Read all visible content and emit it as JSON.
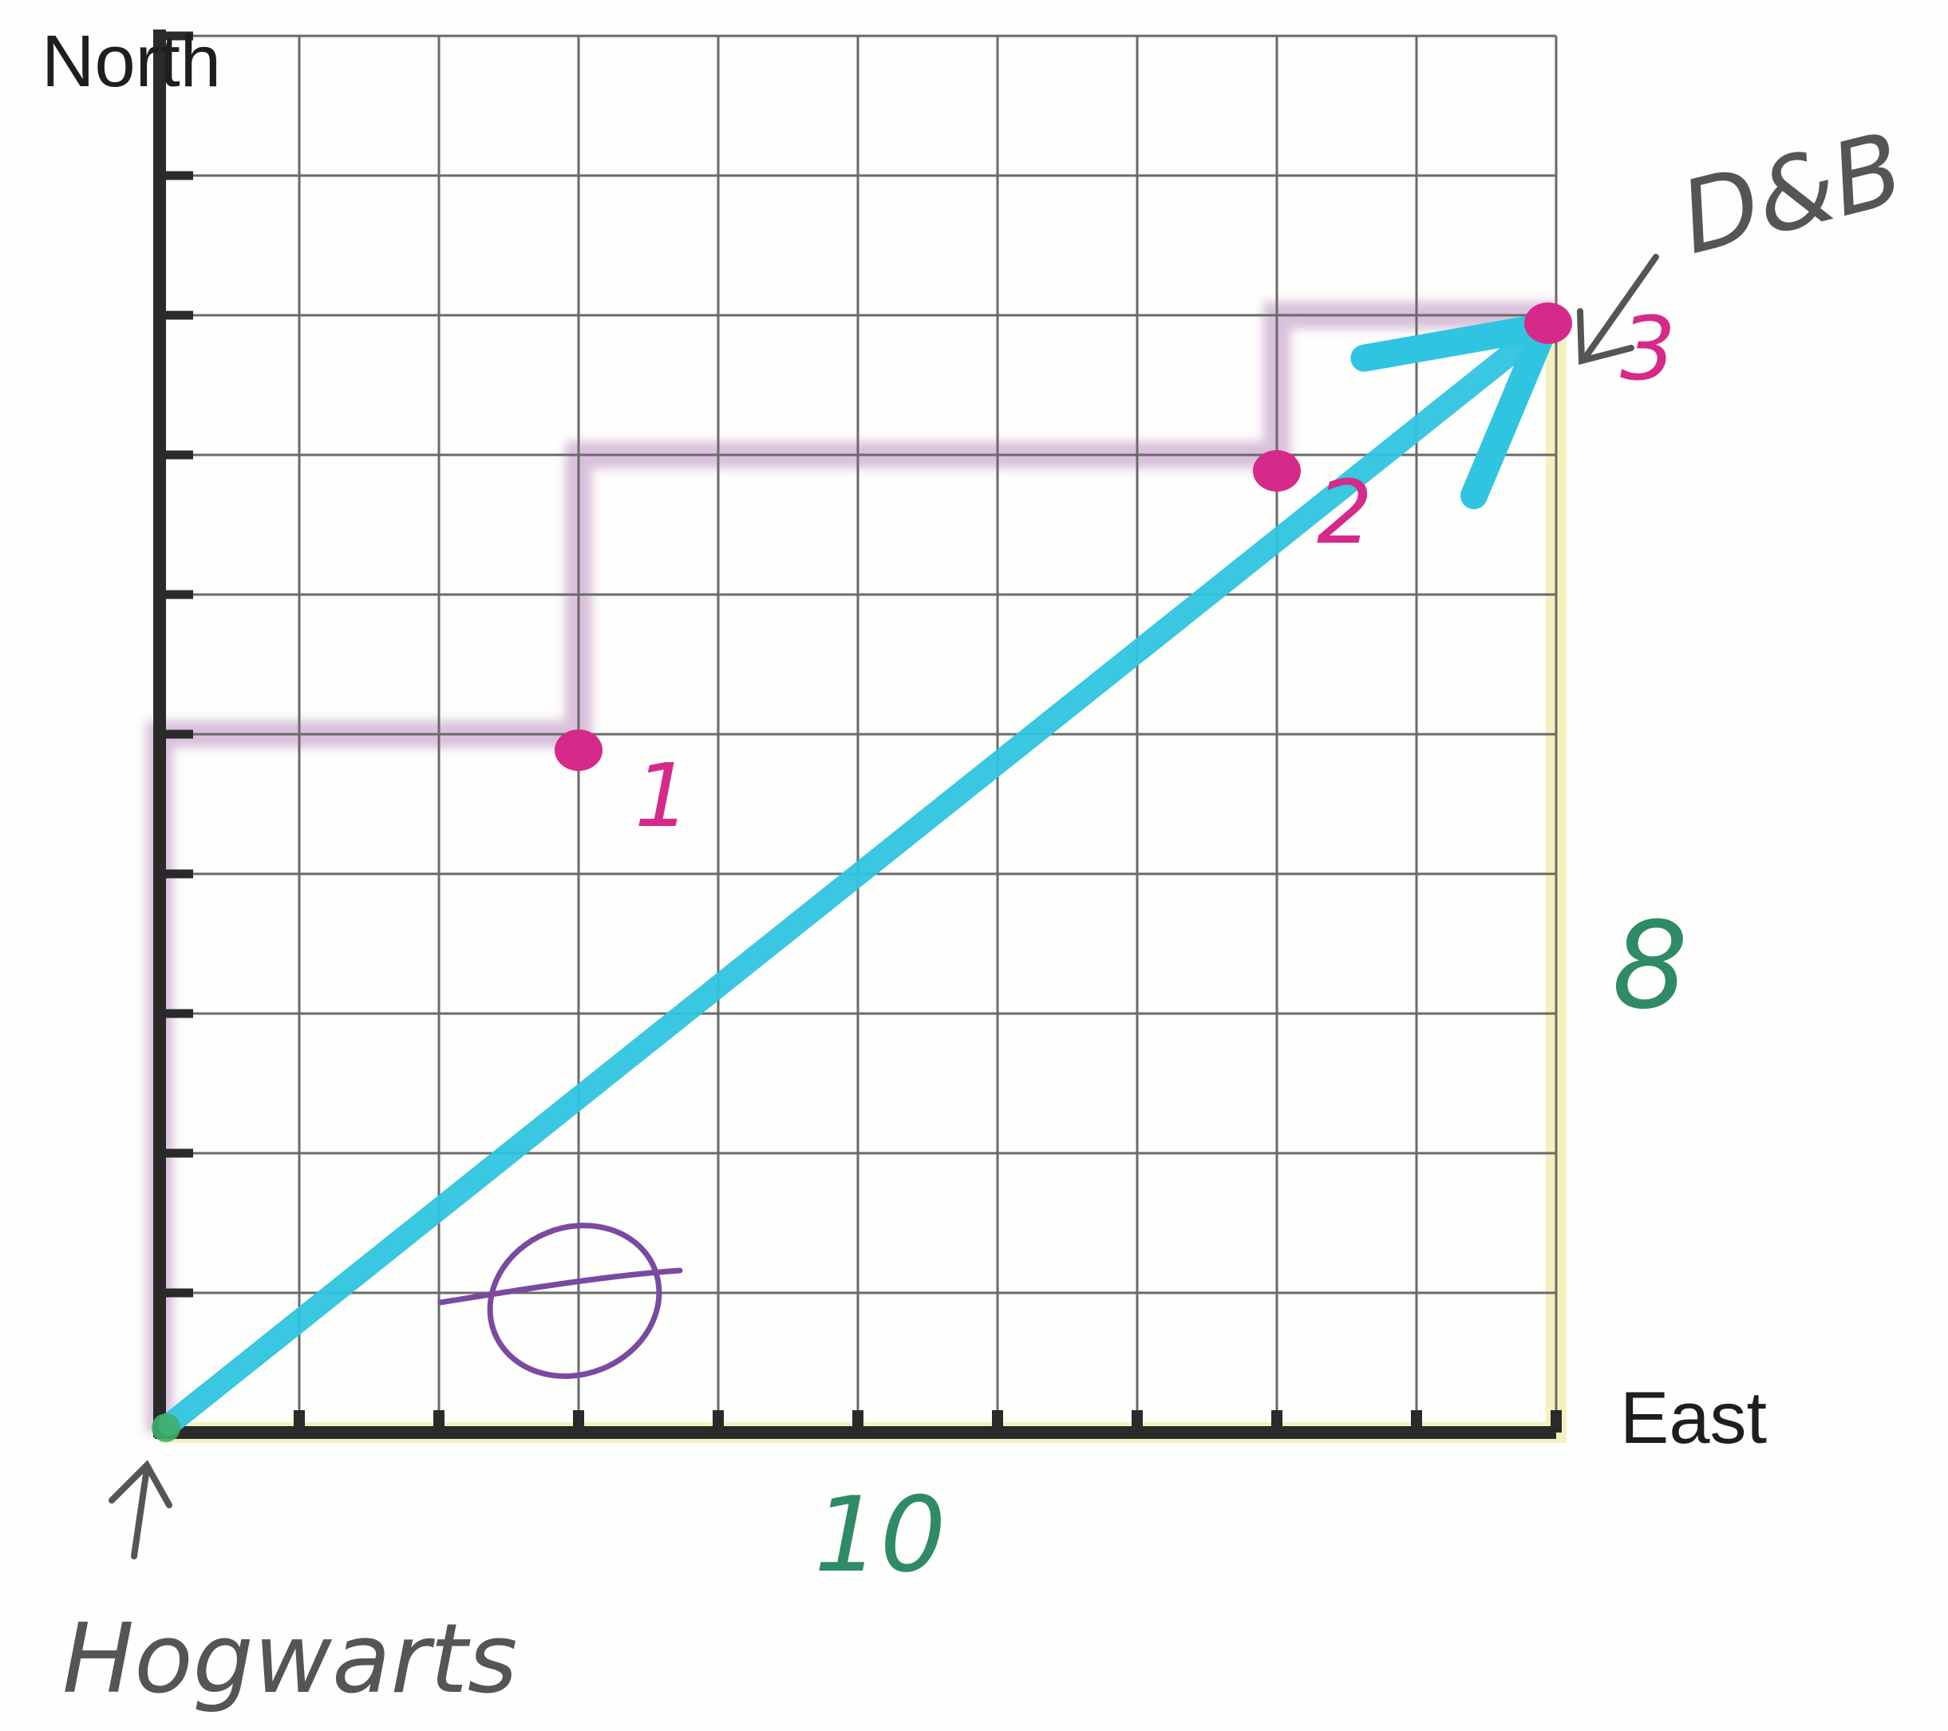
{
  "labels": {
    "north": "North",
    "east": "East",
    "origin": "Hogwarts",
    "destination": "D&B"
  },
  "dimensions": {
    "east_length": "10",
    "north_length": "8"
  },
  "waypoints": [
    {
      "label": "1",
      "east": 3,
      "north": 5
    },
    {
      "label": "2",
      "east": 8,
      "north": 7
    },
    {
      "label": "3",
      "east": 10,
      "north": 8
    }
  ],
  "grid": {
    "east_units": 10,
    "north_units": 10
  },
  "paths": {
    "stepwise_route": [
      [
        0,
        0
      ],
      [
        0,
        5
      ],
      [
        3,
        5
      ],
      [
        3,
        7
      ],
      [
        8,
        7
      ],
      [
        8,
        8
      ],
      [
        10,
        8
      ]
    ],
    "rectangle_route": [
      [
        0,
        0
      ],
      [
        10,
        0
      ],
      [
        10,
        8
      ]
    ],
    "direct_vector": {
      "from": [
        0,
        0
      ],
      "to": [
        10,
        8
      ]
    }
  },
  "colors": {
    "grid": "#6a6a6a",
    "axis": "#2a2a2a",
    "waypoint": "#d62a8a",
    "stepwise_route": "#c9a6cd",
    "rectangle_route": "#f3efb4",
    "direct_vector": "#2fc5e0",
    "dimension_text": "#2f8a68",
    "handwriting": "#555555",
    "doodle": "#7a4aa0"
  },
  "icons": {
    "origin_marker": "up-arrow-icon",
    "destination_marker": "down-left-arrow-icon",
    "doodle": "crossed-circle-doodle-icon"
  }
}
